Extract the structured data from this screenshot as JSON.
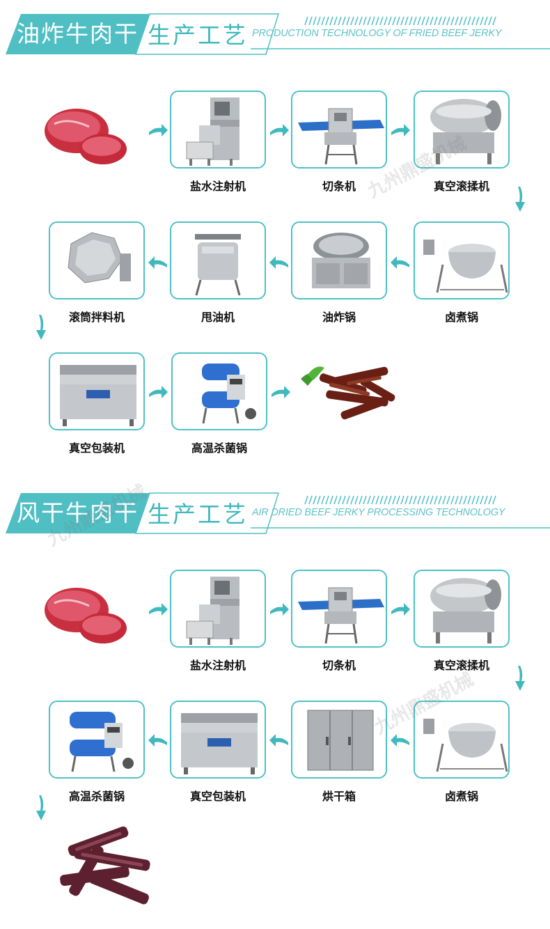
{
  "sections": [
    {
      "title": "油炸牛肉干",
      "subtitle": "生产工艺",
      "title_en": "PRODUCTION TECHNOLOGY OF FRIED BEEF JERKY",
      "steps": [
        "盐水注射机",
        "切条机",
        "真空滚揉机",
        "卤煮锅",
        "油炸锅",
        "甩油机",
        "滚筒拌料机",
        "真空包装机",
        "高温杀菌锅"
      ]
    },
    {
      "title": "风干牛肉干",
      "subtitle": "生产工艺",
      "title_en": "AIR DRIED BEEF JERKY PROCESSING TECHNOLOGY",
      "steps": [
        "盐水注射机",
        "切条机",
        "真空滚揉机",
        "卤煮锅",
        "烘干箱",
        "真空包装机",
        "高温杀菌锅"
      ]
    }
  ],
  "watermark": "九州鼎盛机械",
  "colors": {
    "accent": "#3fb8be",
    "box_border": "#4ec1c6",
    "arrow": "#3fb8be"
  }
}
